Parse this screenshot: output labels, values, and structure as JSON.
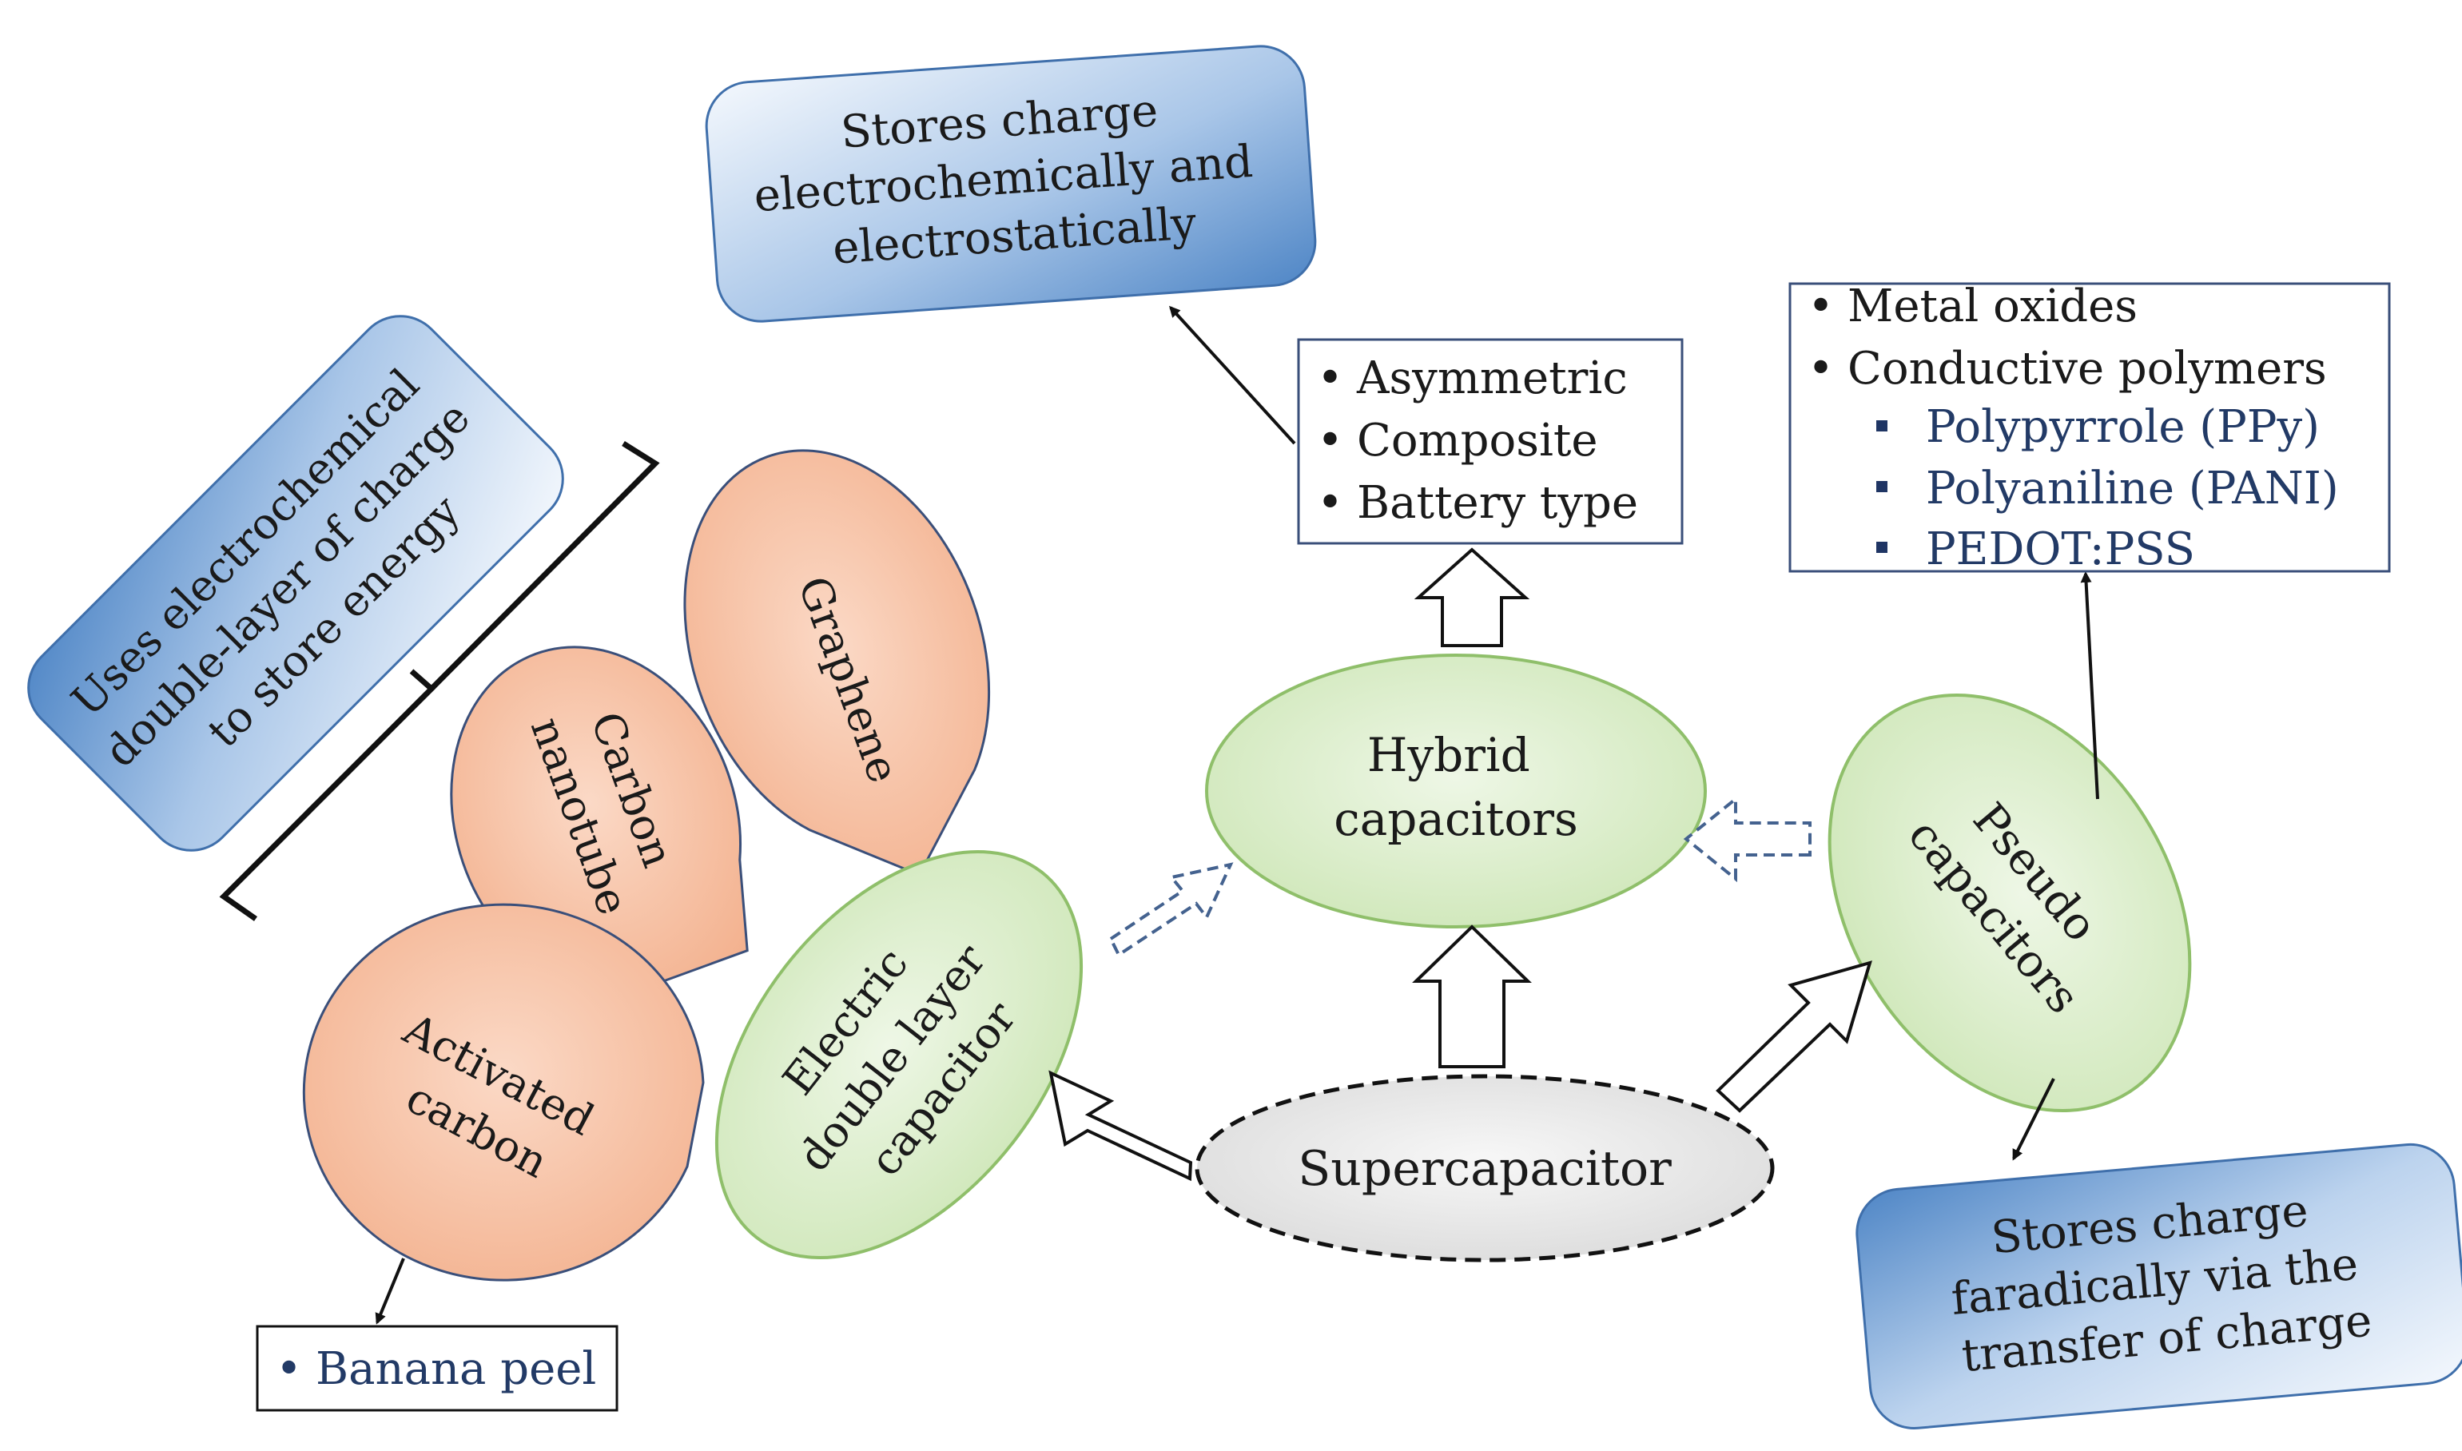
{
  "center": {
    "label": "Supercapacitor"
  },
  "types": {
    "edlc": {
      "lines": [
        "Electric",
        "double layer",
        "capacitor"
      ]
    },
    "hybrid": {
      "lines": [
        "Hybrid",
        "capacitors"
      ]
    },
    "pseudo": {
      "lines": [
        "Pseudo",
        "capacitors"
      ]
    }
  },
  "materials": {
    "activated_carbon": {
      "lines": [
        "Activated",
        "carbon"
      ]
    },
    "carbon_nanotube": {
      "lines": [
        "Carbon",
        "nanotube"
      ]
    },
    "graphene": {
      "lines": [
        "Graphene"
      ]
    }
  },
  "descriptions": {
    "edlc": {
      "lines": [
        "Uses electrochemical",
        "double-layer of charge",
        "to store energy"
      ]
    },
    "hybrid": {
      "lines": [
        "Stores charge",
        "electrochemically and",
        "electrostatically"
      ]
    },
    "pseudo": {
      "lines": [
        "Stores charge",
        "faradically via the",
        "transfer of charge"
      ]
    }
  },
  "lists": {
    "banana": {
      "items": [
        "Banana peel"
      ]
    },
    "hybrid_types": {
      "items": [
        "Asymmetric",
        "Composite",
        "Battery type"
      ]
    },
    "pseudo_materials": {
      "items": [
        "Metal oxides",
        "Conductive polymers"
      ],
      "subitems": [
        "Polypyrrole (PPy)",
        "Polyaniline (PANI)",
        "PEDOT:PSS"
      ]
    }
  },
  "colors": {
    "green_fill": "#d6ecc4",
    "green_stroke": "#8fbf6a",
    "peach_fill": "#f6bfa0",
    "peach_stroke": "#3a4f7a",
    "blue_dark": "#4f86c6",
    "blue_light": "#f4f8fd",
    "grey_fill": "#e6e6e6",
    "arrow_dashed": "#44628f"
  }
}
